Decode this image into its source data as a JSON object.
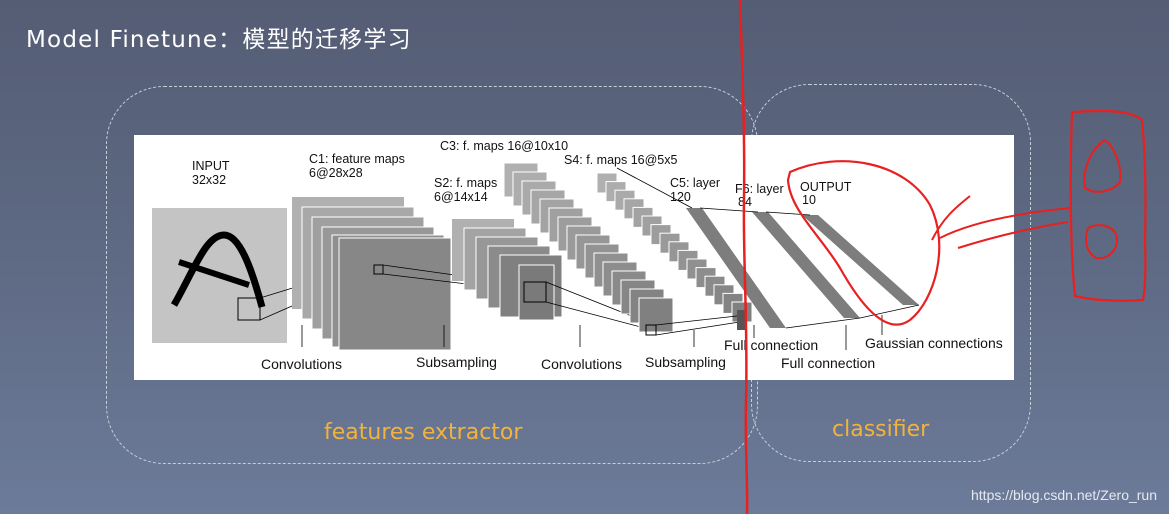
{
  "slide": {
    "title": "Model Finetune：模型的迁移学习",
    "watermark": "https://blog.csdn.net/Zero_run"
  },
  "groups": {
    "extractor_label": "features extractor",
    "classifier_label": "classifier"
  },
  "diagram": {
    "input_line1": "INPUT",
    "input_line2": "32x32",
    "c1_line1": "C1: feature maps",
    "c1_line2": "6@28x28",
    "s2_line1": "S2: f. maps",
    "s2_line2": "6@14x14",
    "c3_label": "C3: f. maps 16@10x10",
    "s4_label": "S4: f. maps 16@5x5",
    "c5_line1": "C5: layer",
    "c5_line2": "120",
    "f6_line1": "F6: layer",
    "f6_line2": "84",
    "output_line1": "OUTPUT",
    "output_line2": "10",
    "op_conv1": "Convolutions",
    "op_sub1": "Subsampling",
    "op_conv2": "Convolutions",
    "op_sub2": "Subsampling",
    "op_full1": "Full connection",
    "op_full2": "Full connection",
    "op_gauss": "Gaussian connections"
  },
  "colors": {
    "accent_label": "#f2b33d",
    "annotation": "#e8201f"
  }
}
